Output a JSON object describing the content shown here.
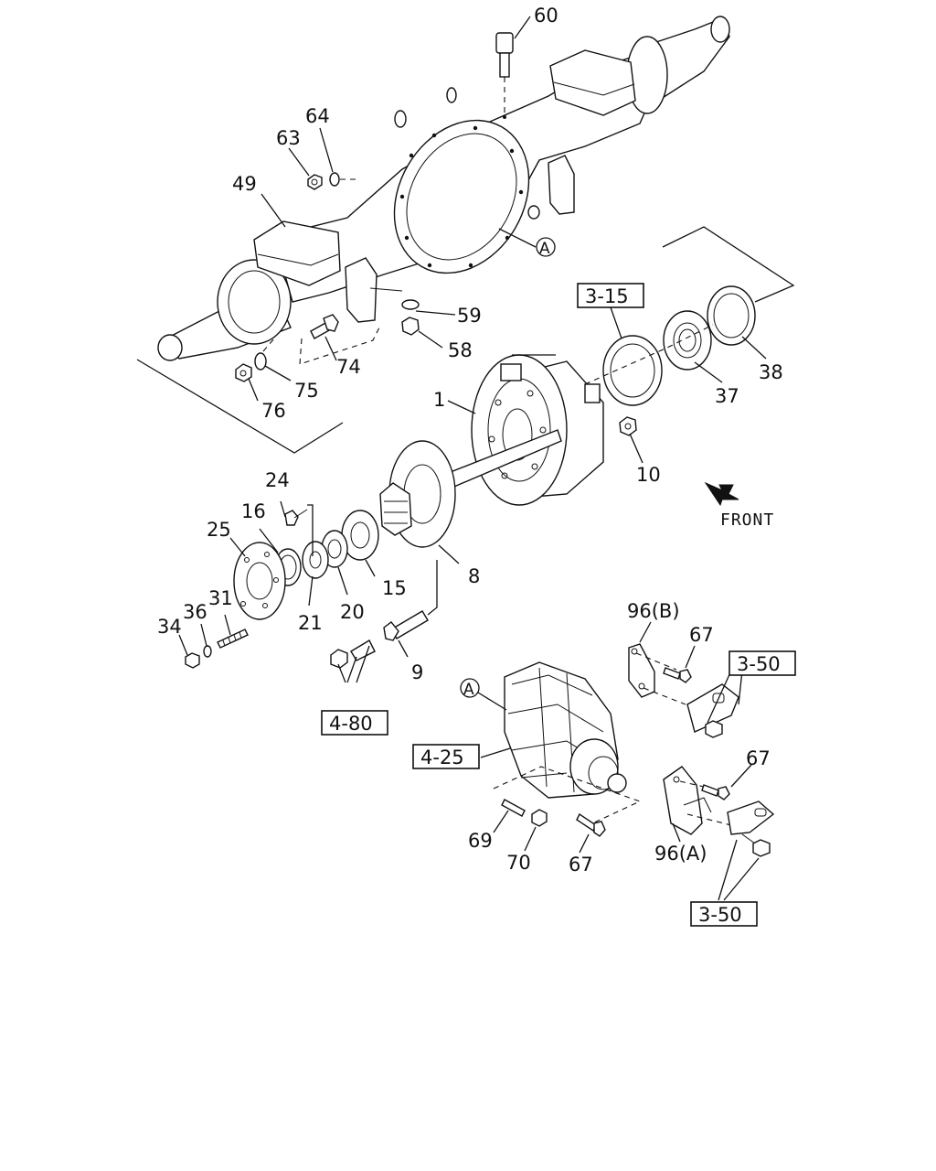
{
  "diagram": {
    "front_label": "FRONT",
    "ref_a": "A",
    "callouts": {
      "c60": "60",
      "c64": "64",
      "c63": "63",
      "c49": "49",
      "c59": "59",
      "c58": "58",
      "c74": "74",
      "c75": "75",
      "c76": "76",
      "c1": "1",
      "c10": "10",
      "c37": "37",
      "c38": "38",
      "c24": "24",
      "c16": "16",
      "c25": "25",
      "c31": "31",
      "c36": "36",
      "c34": "34",
      "c21": "21",
      "c20": "20",
      "c15": "15",
      "c8": "8",
      "c9": "9",
      "c96b": "96(B)",
      "c67a": "67",
      "c67b": "67",
      "c67c": "67",
      "c69": "69",
      "c70": "70",
      "c96a": "96(A)"
    },
    "boxed_refs": {
      "r315": "3-15",
      "r350a": "3-50",
      "r480": "4-80",
      "r425": "4-25",
      "r350b": "3-50"
    }
  }
}
